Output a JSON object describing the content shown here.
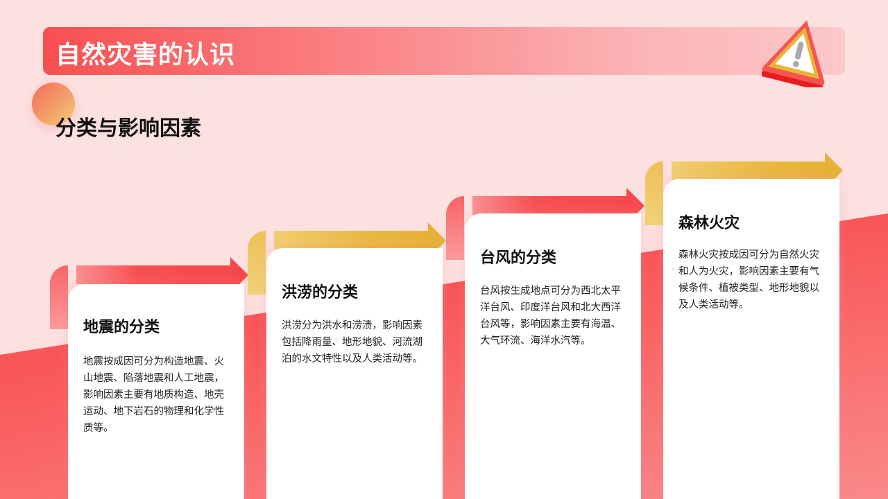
{
  "header": {
    "title": "自然灾害的认识",
    "icon": "warning-triangle-icon"
  },
  "section": {
    "subtitle": "分类与影响因素"
  },
  "steps": [
    {
      "title": "地震的分类",
      "body": "地震按成因可分为构造地震、火山地震、陷落地震和人工地震，影响因素主要有地质构造、地壳运动、地下岩石的物理和化学性质等。",
      "arrow_color": "#f7484b"
    },
    {
      "title": "洪涝的分类",
      "body": "洪涝分为洪水和涝渍，影响因素包括降雨量、地形地貌、河流湖泊的水文特性以及人类活动等。",
      "arrow_color": "#e6b236"
    },
    {
      "title": "台风的分类",
      "body": "台风按生成地点可分为西北太平洋台风、印度洋台风和北大西洋台风等，影响因素主要有海温、大气环流、海洋水汽等。",
      "arrow_color": "#f7484b"
    },
    {
      "title": "森林火灾",
      "body": "森林火灾按成因可分为自然火灾和人为火灾，影响因素主要有气候条件、植被类型、地形地貌以及人类活动等。",
      "arrow_color": "#e6b236"
    }
  ],
  "colors": {
    "background": "#fde0e0",
    "accent_red": "#f94a4c",
    "accent_gold": "#e6b236"
  }
}
